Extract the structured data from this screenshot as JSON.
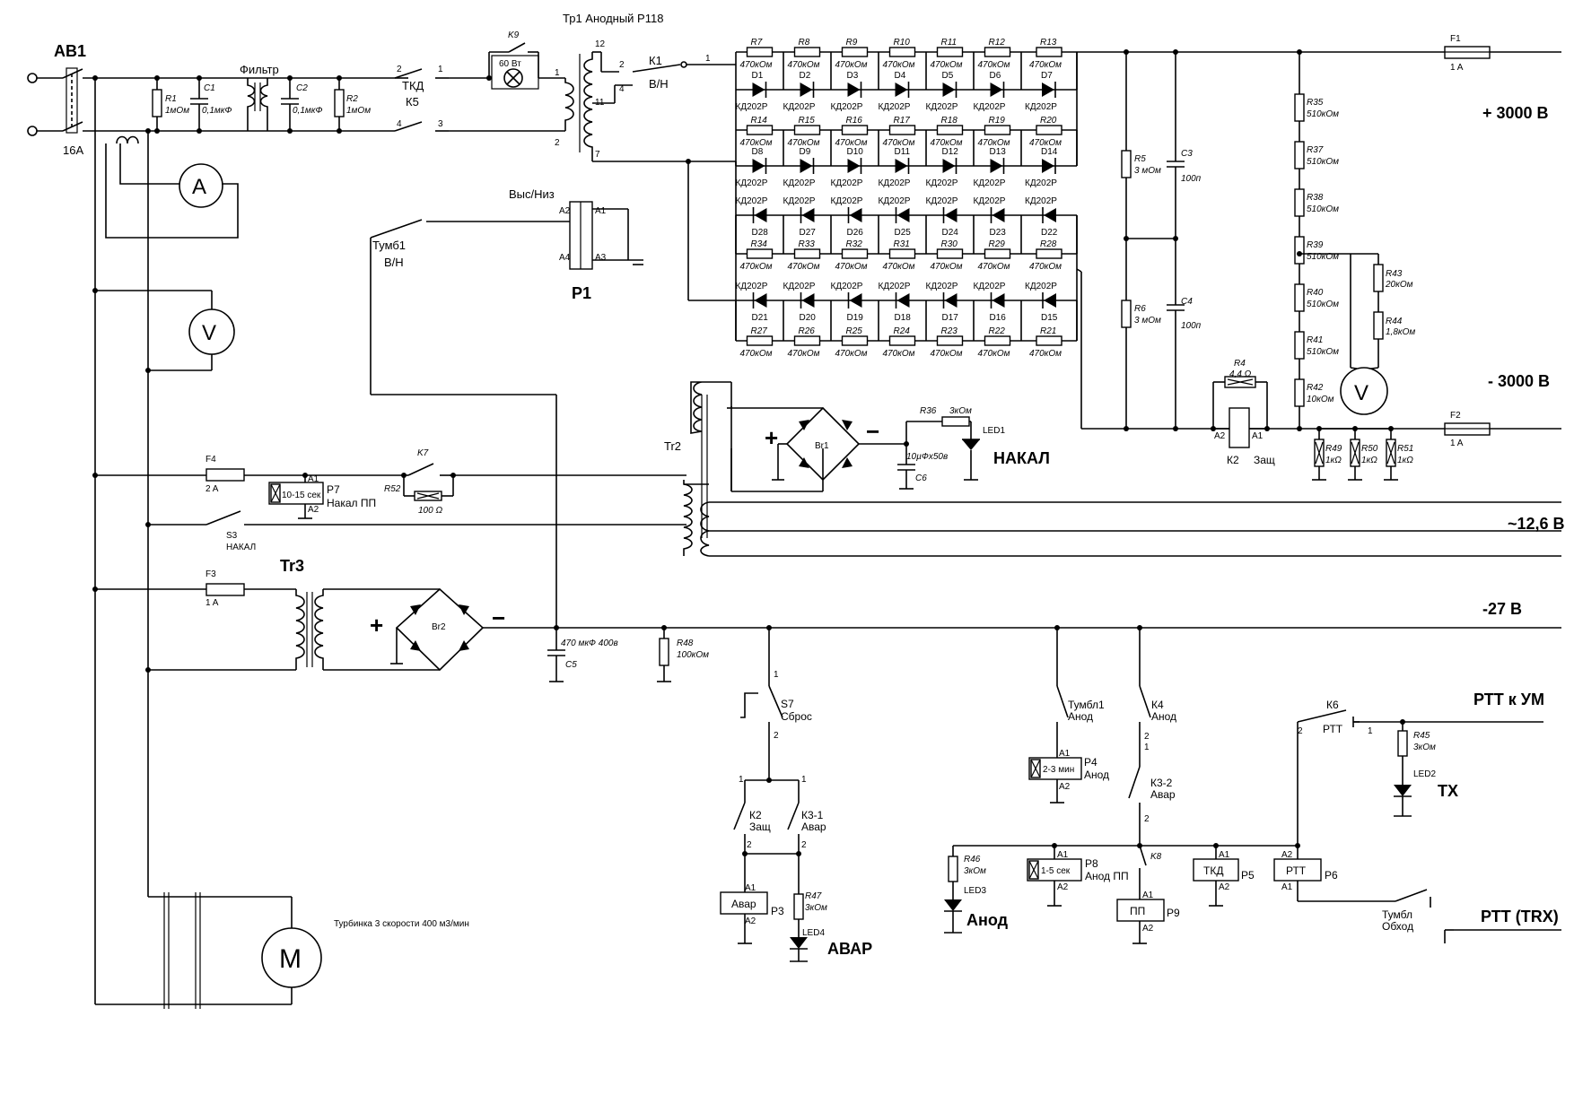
{
  "main": {
    "av1": "AB1",
    "av1_current": "16A",
    "filter": "Фильтр",
    "c1": "C1",
    "c1_val": "0,1мкФ",
    "c2": "C2",
    "c2_val": "0,1мкФ",
    "r1": "R1",
    "r1_val": "1мОм",
    "r2": "R2",
    "r2_val": "1мОм",
    "tkd": "ТКД",
    "k5": "К5",
    "k9": "K9",
    "lamp": "60 Вт",
    "tr1": "Тр1  Анодный Р118",
    "k1": "К1",
    "vn": "В/Н",
    "ammeter": "A",
    "voltmeter": "V",
    "motor": "M",
    "turbine": "Турбинка 3 скорости 400 м3/мин",
    "pin_1": "1",
    "pin_2": "2",
    "pin_3": "3",
    "pin_4": "4",
    "pin_7": "7",
    "pin_11": "11",
    "pin_12": "12"
  },
  "ladder": {
    "rows": [
      {
        "r": [
          "R7",
          "R8",
          "R9",
          "R10",
          "R11",
          "R12",
          "R13"
        ],
        "d": [
          "D1",
          "D2",
          "D3",
          "D4",
          "D5",
          "D6",
          "D7"
        ]
      },
      {
        "r": [
          "R14",
          "R15",
          "R16",
          "R17",
          "R18",
          "R19",
          "R20"
        ],
        "d": [
          "D8",
          "D9",
          "D10",
          "D11",
          "D12",
          "D13",
          "D14"
        ]
      },
      {
        "r": [
          "R34",
          "R33",
          "R32",
          "R31",
          "R30",
          "R29",
          "R28"
        ],
        "d": [
          "D28",
          "D27",
          "D26",
          "D25",
          "D24",
          "D23",
          "D22"
        ]
      },
      {
        "r": [
          "R27",
          "R26",
          "R25",
          "R24",
          "R23",
          "R22",
          "R21"
        ],
        "d": [
          "D21",
          "D20",
          "D19",
          "D18",
          "D17",
          "D16",
          "D15"
        ]
      }
    ],
    "r_val": "470кОм",
    "d_type": "КД202Р"
  },
  "hv": {
    "r5": "R5",
    "r5_val": "3 мОм",
    "r6": "R6",
    "r6_val": "3 мОм",
    "c3": "C3",
    "c3_val": "100п",
    "c4": "C4",
    "c4_val": "100п",
    "divider": [
      {
        "n": "R35",
        "v": "510кОм"
      },
      {
        "n": "R37",
        "v": "510кОм"
      },
      {
        "n": "R38",
        "v": "510кОм"
      },
      {
        "n": "R39",
        "v": "510кОм"
      },
      {
        "n": "R40",
        "v": "510кОм"
      },
      {
        "n": "R41",
        "v": "510кОм"
      },
      {
        "n": "R42",
        "v": "10кОм"
      }
    ],
    "r43": "R43",
    "r43_val": "20кОм",
    "r44": "R44",
    "r44_val": "1,8кОм",
    "r4": "R4",
    "r4_val": "4,4 Ω",
    "k2": "К2",
    "k2_sub": "Защ",
    "r49": "R49",
    "r50": "R50",
    "r51": "R51",
    "r_1k": "1кΩ",
    "f1": "F1",
    "f1_val": "1 A",
    "f2": "F2",
    "f2_val": "1 A",
    "plus3000": "+ 3000 В",
    "minus3000": "- 3000 В"
  },
  "mid": {
    "vys_niz": "Выс/Низ",
    "a1": "A1",
    "a2": "A2",
    "a3": "A3",
    "a4": "A4",
    "p1": "P1",
    "tumb1": "Тумб1",
    "tumb1_sub": "В/Н",
    "tr2": "Tr2",
    "br1": "Br1",
    "r36": "R36",
    "r36_val": "3кОм",
    "led1": "LED1",
    "c6_val": "10µФх50в",
    "c6": "C6",
    "nakal": "НАКАЛ",
    "f4": "F4",
    "f4_val": "2 A",
    "k7": "K7",
    "p7_box": "10-15 сек",
    "p7": "P7",
    "p7_sub": "Накал ПП",
    "r52": "R52",
    "r52_val": "100 Ω",
    "s3": "S3",
    "s3_sub": "НАКАЛ",
    "ac126": "~12,6 В",
    "f3": "F3",
    "f3_val": "1 A",
    "tr3": "Tr3",
    "br2": "Br2",
    "c5_val": "470 мкФ 400в",
    "c5": "C5",
    "r48": "R48",
    "r48_val": "100кОм",
    "minus27": "-27 В",
    "plus": "+",
    "minus": "−"
  },
  "control": {
    "s7": "S7",
    "s7_sub": "Сброс",
    "k2": "К2",
    "k2_sub": "Защ",
    "k31": "К3-1",
    "k31_sub": "Авар",
    "p3_box": "Авар",
    "p3": "P3",
    "r47": "R47",
    "r47_val": "3кОм",
    "led4": "LED4",
    "avar": "АВАР",
    "tumbl1": "Тумбл1",
    "tumbl1_sub": "Анод",
    "p4_box": "2-3 мин",
    "p4": "P4",
    "p4_sub": "Анод",
    "k4": "К4",
    "k4_sub": "Анод",
    "k32": "К3-2",
    "k32_sub": "Авар",
    "r46": "R46",
    "r46_val": "3кОм",
    "led3": "LED3",
    "anod": "Анод",
    "p8_box": "1-5 сек",
    "p8": "P8",
    "p8_sub": "Анод ПП",
    "k8": "K8",
    "p9_box": "ПП",
    "p9": "P9",
    "p5_box": "ТКД",
    "p5": "P5",
    "p6_box": "РТТ",
    "p6": "P6",
    "k6": "К6",
    "k6_sub": "РТТ",
    "r45": "R45",
    "r45_val": "3кОм",
    "led2": "LED2",
    "tx": "ТХ",
    "ptt_um": "РТТ к УМ",
    "ptt_trx": "РТТ (TRX)",
    "tumbl_obhod": "Тумбл",
    "tumbl_obhod_sub": "Обход"
  }
}
